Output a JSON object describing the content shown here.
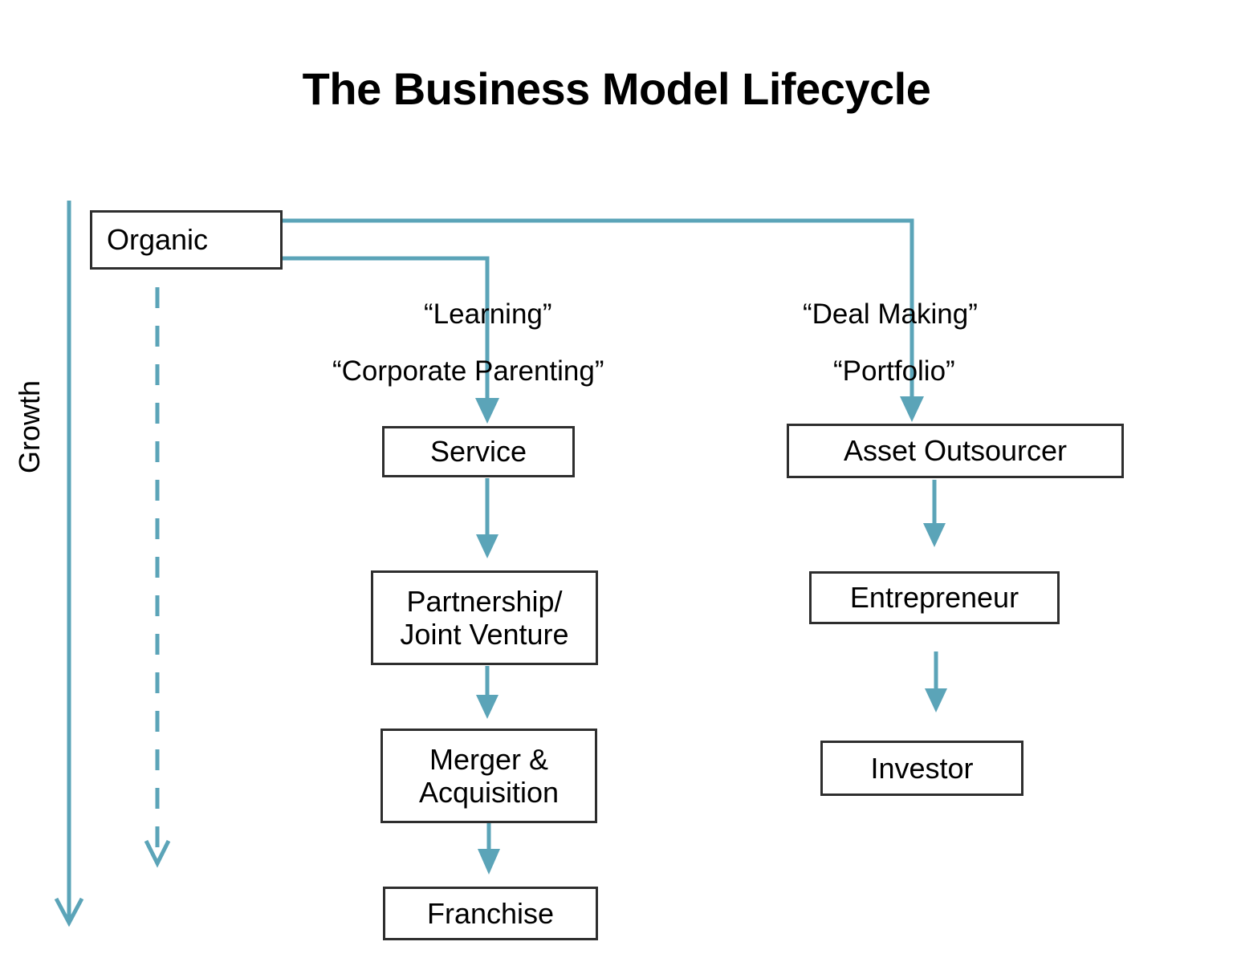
{
  "diagram": {
    "title": "The Business Model Lifecycle",
    "axis": {
      "growth_label": "Growth"
    },
    "colors": {
      "connector": "#5ba4b8",
      "box_border": "#2e2e2e",
      "text": "#000000",
      "background": "#ffffff"
    },
    "root": {
      "label": "Organic"
    },
    "branches": [
      {
        "name": "learning-branch",
        "annotations": [
          "“Learning”",
          "“Corporate Parenting”"
        ],
        "nodes": [
          {
            "label": "Service"
          },
          {
            "label": "Partnership/\nJoint Venture"
          },
          {
            "label": "Merger &\nAcquisition"
          },
          {
            "label": "Franchise"
          }
        ]
      },
      {
        "name": "deal-making-branch",
        "annotations": [
          "“Deal Making”",
          "“Portfolio”"
        ],
        "nodes": [
          {
            "label": "Asset Outsourcer"
          },
          {
            "label": "Entrepreneur"
          },
          {
            "label": "Investor"
          }
        ]
      }
    ]
  }
}
